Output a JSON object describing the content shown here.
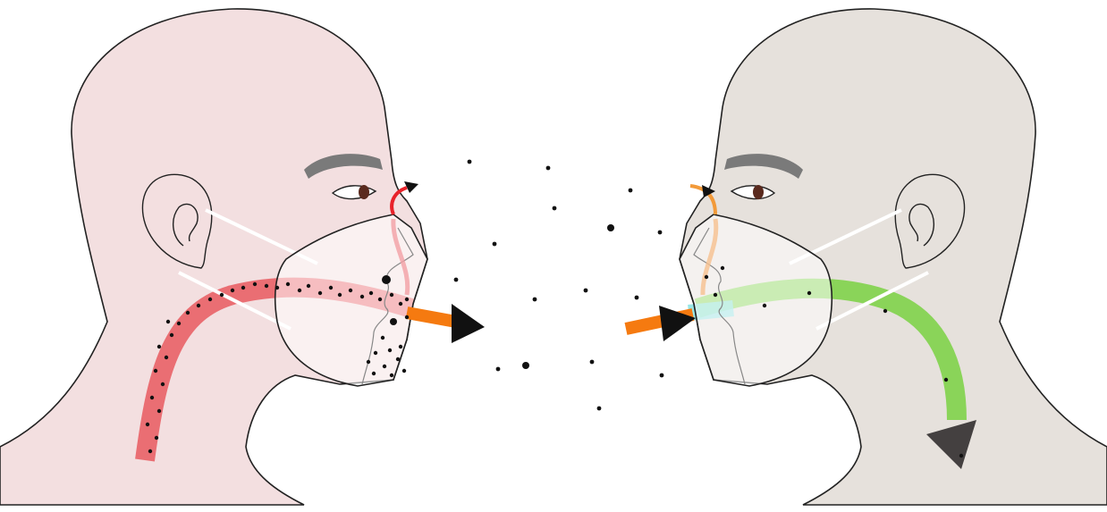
{
  "diagram": {
    "left_person": {
      "role": "infected",
      "skin_color": "#f3dfe0",
      "airway_color": "#e85a5f",
      "droplet_color": "#1a1a1a"
    },
    "right_person": {
      "role": "healthy",
      "skin_color": "#e6e1dc",
      "airway_color": "#7fd34a"
    },
    "colors": {
      "outline": "#222222",
      "eyebrow": "#7a7a7a",
      "iris": "#5a2a1e",
      "mask_fill": "#ffffff",
      "mask_strap": "#ffffff",
      "leak_leftside": "#e8222a",
      "leak_rightside": "#f29a3a",
      "exhaled_flow": "#f57a10",
      "arrowhead": "#111111",
      "filtered_inflow": "#7fe0e0",
      "final_arrowhead": "#444040",
      "airborne_particles": "#111111"
    },
    "icons": [
      "head-silhouette",
      "surgical-mask",
      "airflow-arrow",
      "droplet-particle"
    ]
  }
}
